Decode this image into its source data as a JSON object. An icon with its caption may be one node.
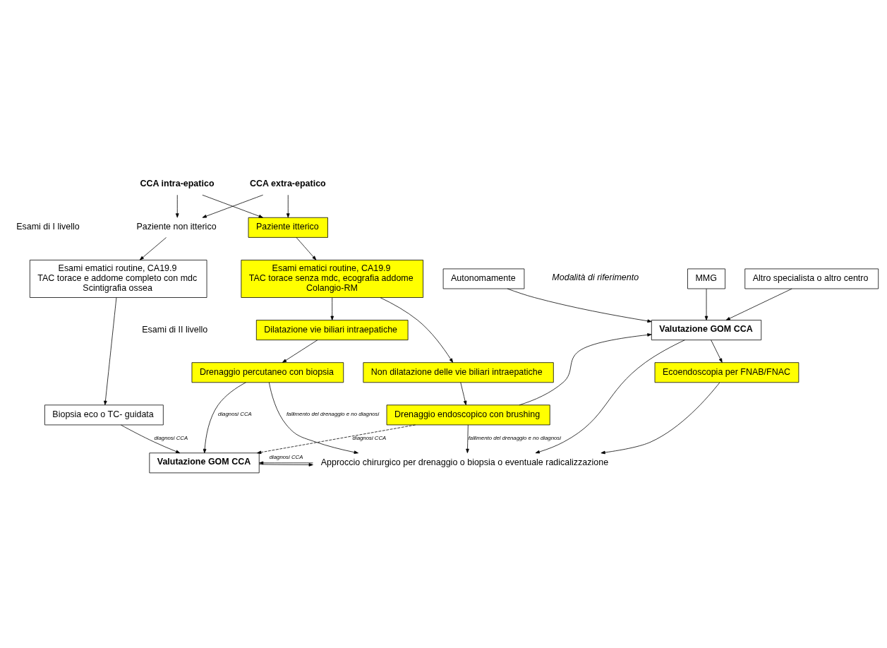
{
  "diagram": {
    "nodes": [
      {
        "text": [
          "MMG"
        ]
      },
      {
        "text": [
          "Altro specialista o altro centro"
        ]
      },
      {
        "text": [
          "Autonomamente"
        ]
      },
      {
        "text": [
          "Valutazione GOM CCA"
        ]
      },
      {
        "text": [
          "CCA intra-epatico"
        ]
      },
      {
        "text": [
          "CCA extra-epatico"
        ]
      },
      {
        "text": [
          "Paziente non itterico"
        ]
      },
      {
        "text": [
          "Paziente itterico"
        ]
      },
      {
        "text": [
          "Esami ematici routine, CA19.9",
          "TAC torace e addome completo con mdc",
          "Scintigrafia ossea"
        ]
      },
      {
        "text": [
          "Esami ematici routine, CA19.9",
          "TAC torace senza mdc, ecografia addome",
          "Colangio-RM"
        ]
      },
      {
        "text": [
          "Dilatazione vie biliari intraepatiche"
        ]
      },
      {
        "text": [
          "Drenaggio percutaneo con biopsia"
        ]
      },
      {
        "text": [
          "Non dilatazione delle vie biliari intraepatiche"
        ]
      },
      {
        "text": [
          "Drenaggio endoscopico con brushing"
        ]
      },
      {
        "text": [
          "Ecoendoscopia per FNAB/FNAC"
        ]
      },
      {
        "text": [
          "Biopsia eco o TC- guidata"
        ]
      },
      {
        "text": [
          "Valutazione GOM CCA"
        ]
      },
      {
        "text": [
          "Approccio chirurgico per drenaggio o biopsia o eventuale radicalizzazione"
        ]
      }
    ],
    "edges": [
      {
        "from": 0,
        "to": 3,
        "arrow": "to"
      },
      {
        "from": 1,
        "to": 3,
        "arrow": "to"
      },
      {
        "from": 2,
        "to": 3,
        "arrow": "to"
      },
      {
        "from": 4,
        "to": 6,
        "arrow": "to"
      },
      {
        "from": 4,
        "to": 7,
        "arrow": "to"
      },
      {
        "from": 5,
        "to": 6,
        "arrow": "to"
      },
      {
        "from": 5,
        "to": 7,
        "arrow": "to"
      },
      {
        "from": 6,
        "to": 8,
        "arrow": "to"
      },
      {
        "from": 7,
        "to": 9,
        "arrow": "to"
      },
      {
        "from": 9,
        "to": 10,
        "arrow": "to"
      },
      {
        "from": 8,
        "to": 15,
        "arrow": "to"
      },
      {
        "from": 10,
        "to": 11,
        "arrow": "to"
      },
      {
        "from": 9,
        "to": 12,
        "arrow": "to"
      },
      {
        "from": 12,
        "to": 13,
        "arrow": "to"
      },
      {
        "from": 3,
        "to": 14,
        "arrow": "to"
      },
      {
        "from": 15,
        "to": 16,
        "arrow": "to",
        "label": "diagnosi CCA"
      },
      {
        "from": 11,
        "to": 16,
        "arrow": "to",
        "label": "diagnosi CCA"
      },
      {
        "from": 11,
        "to": 17,
        "arrow": "to",
        "label": "fallimento del drenaggio e no diagnosi"
      },
      {
        "from": 13,
        "to": 16,
        "arrow": "to",
        "label": "diagnosi CCA",
        "style": "dashed"
      },
      {
        "from": 13,
        "to": 17,
        "arrow": "to",
        "label": "fallimento del drenaggio e no diagnosi"
      },
      {
        "from": 13,
        "to": 3,
        "arrow": "to"
      },
      {
        "from": 3,
        "to": 17,
        "arrow": "to"
      },
      {
        "from": 14,
        "to": 17,
        "arrow": "to"
      },
      {
        "from": 17,
        "to": 16,
        "arrow": "to",
        "label": "diagnosi CCA"
      },
      {
        "from": 16,
        "to": 17,
        "arrow": "to"
      }
    ],
    "labels": [
      "Modalità di riferimento",
      "Esami di I livello",
      "Esami di II livello"
    ]
  }
}
